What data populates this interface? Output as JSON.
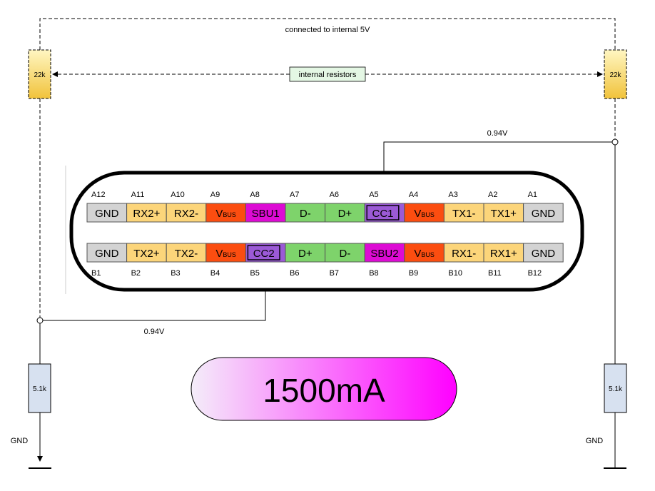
{
  "labels": {
    "top_net": "connected to internal 5V",
    "internal": "internal resistors",
    "voltage_top": "0.94V",
    "voltage_bottom": "0.94V",
    "gnd_left": "GND",
    "gnd_right": "GND",
    "current": "1500mA"
  },
  "resistors": {
    "pullup_left": "22k",
    "pullup_right": "22k",
    "pulldown_left": "5.1k",
    "pulldown_right": "5.1k"
  },
  "colors": {
    "gnd": "#d3d3d3",
    "high_speed": "#fcd57a",
    "vbus": "#fb4d10",
    "sbu": "#dd0bd4",
    "usb2": "#7ed36b",
    "cc": "#9b5ad6",
    "pullup_fill_top": "#fff6c2",
    "pullup_fill_bottom": "#f1c33b",
    "pulldown_fill": "#d7e1f0",
    "internal_label_fill": "#e4f7e4",
    "badge_from": "#f4edf9",
    "badge_to": "#ff00ff"
  },
  "top_row": [
    {
      "num": "A12",
      "name": "GND",
      "kind": "gnd"
    },
    {
      "num": "A11",
      "name": "RX2+",
      "kind": "high_speed"
    },
    {
      "num": "A10",
      "name": "RX2-",
      "kind": "high_speed"
    },
    {
      "num": "A9",
      "name": "V",
      "sub": "BUS",
      "kind": "vbus"
    },
    {
      "num": "A8",
      "name": "SBU1",
      "kind": "sbu"
    },
    {
      "num": "A7",
      "name": "D-",
      "kind": "usb2"
    },
    {
      "num": "A6",
      "name": "D+",
      "kind": "usb2"
    },
    {
      "num": "A5",
      "name": "CC1",
      "kind": "cc"
    },
    {
      "num": "A4",
      "name": "V",
      "sub": "BUS",
      "kind": "vbus"
    },
    {
      "num": "A3",
      "name": "TX1-",
      "kind": "high_speed"
    },
    {
      "num": "A2",
      "name": "TX1+",
      "kind": "high_speed"
    },
    {
      "num": "A1",
      "name": "GND",
      "kind": "gnd"
    }
  ],
  "bottom_row": [
    {
      "num": "B1",
      "name": "GND",
      "kind": "gnd"
    },
    {
      "num": "B2",
      "name": "TX2+",
      "kind": "high_speed"
    },
    {
      "num": "B3",
      "name": "TX2-",
      "kind": "high_speed"
    },
    {
      "num": "B4",
      "name": "V",
      "sub": "BUS",
      "kind": "vbus"
    },
    {
      "num": "B5",
      "name": "CC2",
      "kind": "cc"
    },
    {
      "num": "B6",
      "name": "D+",
      "kind": "usb2"
    },
    {
      "num": "B7",
      "name": "D-",
      "kind": "usb2"
    },
    {
      "num": "B8",
      "name": "SBU2",
      "kind": "sbu"
    },
    {
      "num": "B9",
      "name": "V",
      "sub": "BUS",
      "kind": "vbus"
    },
    {
      "num": "B10",
      "name": "RX1-",
      "kind": "high_speed"
    },
    {
      "num": "B11",
      "name": "RX1+",
      "kind": "high_speed"
    },
    {
      "num": "B12",
      "name": "GND",
      "kind": "gnd"
    }
  ]
}
